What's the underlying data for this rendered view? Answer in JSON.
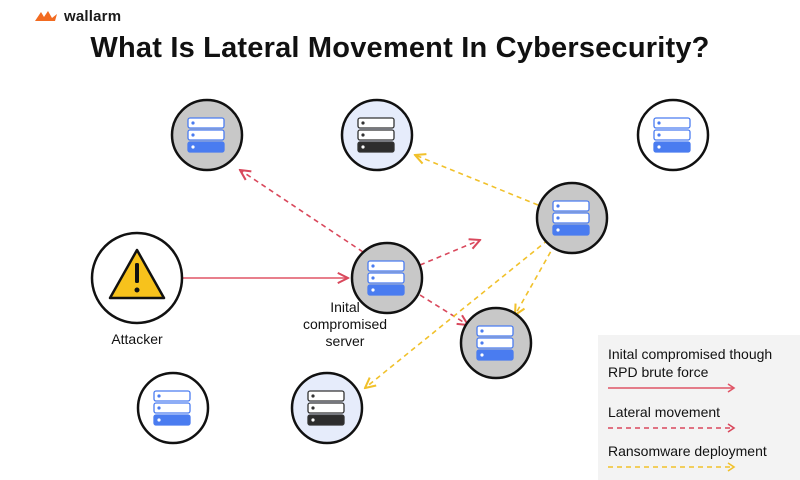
{
  "brand": {
    "name": "wallarm",
    "color": "#f26b21",
    "logo_icon": "flame-icon"
  },
  "title": "What Is Lateral Movement In Cybersecurity?",
  "nodes": {
    "attacker": {
      "label": "Attacker",
      "icon": "warning-triangle-icon"
    },
    "initial_server": {
      "label": "Inital compromised server"
    }
  },
  "legend": [
    {
      "label": "Inital compromised though RPD brute force",
      "style": "solid",
      "color": "#e05566"
    },
    {
      "label": "Lateral movement",
      "style": "dashed",
      "color": "#d9485c"
    },
    {
      "label": "Ransomware deployment",
      "style": "dashed",
      "color": "#f1c12b"
    }
  ],
  "colors": {
    "server_blue": "#4a7cf0",
    "server_dark": "#2d2d2d",
    "node_grey": "#c8c8c8",
    "node_light": "#e6ecfb",
    "node_white": "#ffffff",
    "warning_yellow": "#f7c21c"
  }
}
